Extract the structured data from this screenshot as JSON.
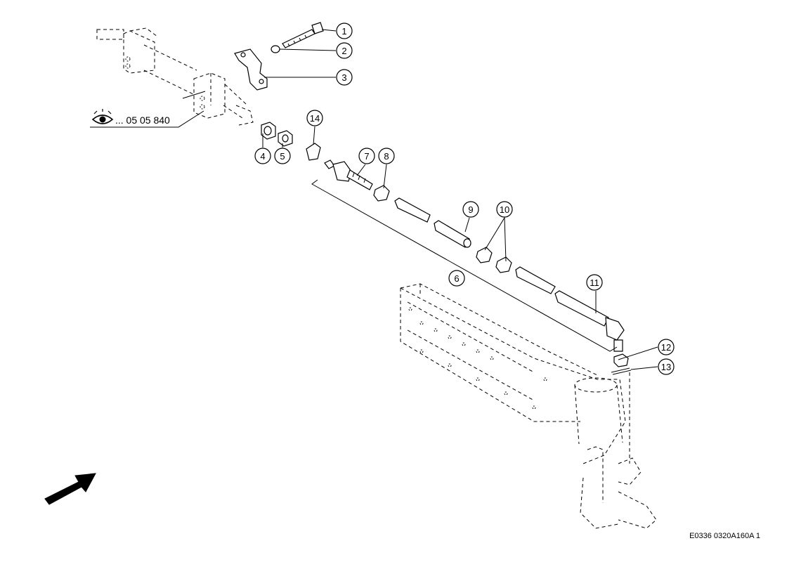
{
  "callouts": [
    "1",
    "2",
    "3",
    "4",
    "5",
    "6",
    "7",
    "8",
    "9",
    "10",
    "11",
    "12",
    "13",
    "14"
  ],
  "reference": {
    "icon": "eye-icon",
    "text": "... 05 05 840"
  },
  "drawing_code": "E0336 0320A160A 1",
  "direction_arrow": "arrow-icon"
}
